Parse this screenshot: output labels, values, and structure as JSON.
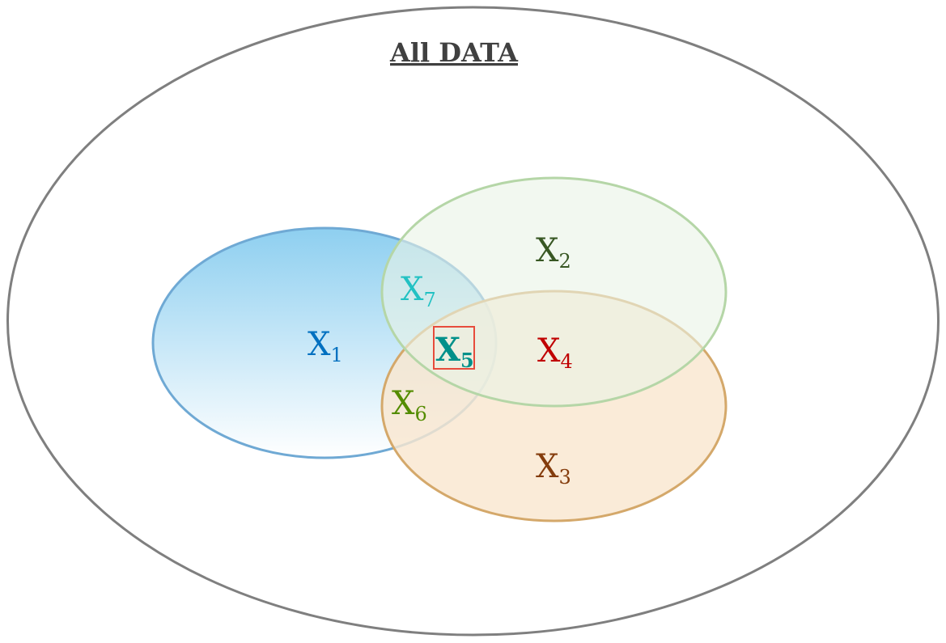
{
  "title": "All DATA",
  "colors": {
    "outer_stroke": "#7f7f7f",
    "x1_stroke": "#6fa9d4",
    "x1_fill_top": "#8ecff0",
    "x1_fill_bottom": "#ffffff",
    "x2_stroke": "#b5d6a7",
    "x2_fill": "#eaf3e6",
    "x3_stroke": "#d4a86a",
    "x3_fill": "#f9e7d0",
    "highlight_box": "#e74c3c"
  },
  "regions": [
    {
      "id": "x1",
      "letter": "X",
      "sub": "1",
      "color": "#0070c0",
      "bold": false
    },
    {
      "id": "x2",
      "letter": "X",
      "sub": "2",
      "color": "#385723",
      "bold": false
    },
    {
      "id": "x3",
      "letter": "X",
      "sub": "3",
      "color": "#843c0c",
      "bold": false
    },
    {
      "id": "x4",
      "letter": "X",
      "sub": "4",
      "color": "#c00000",
      "bold": false
    },
    {
      "id": "x5",
      "letter": "X",
      "sub": "5",
      "color": "#00908a",
      "bold": true
    },
    {
      "id": "x6",
      "letter": "X",
      "sub": "6",
      "color": "#548c00",
      "bold": false
    },
    {
      "id": "x7",
      "letter": "X",
      "sub": "7",
      "color": "#22c1c3",
      "bold": false
    }
  ]
}
